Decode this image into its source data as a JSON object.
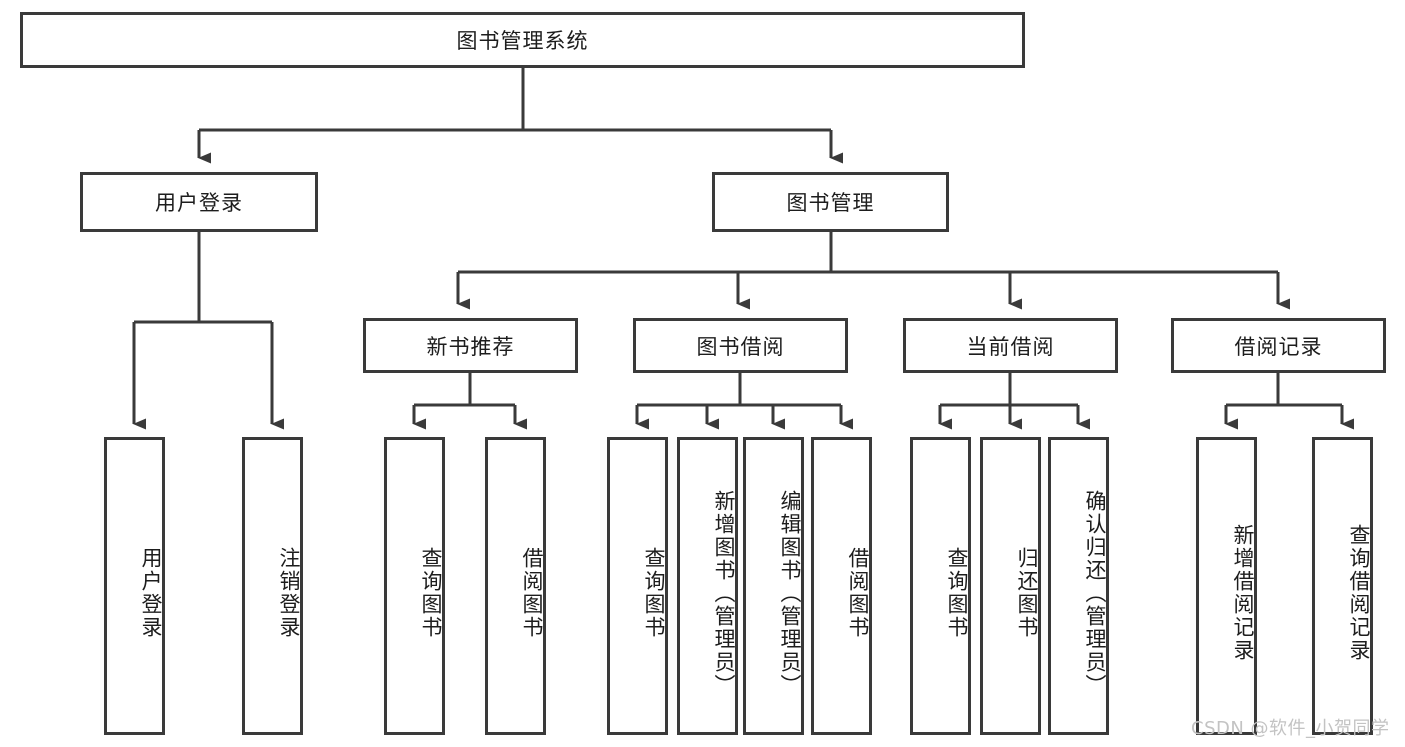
{
  "diagram": {
    "type": "tree",
    "title": "图书管理系统",
    "root": {
      "label": "图书管理系统"
    },
    "level2": [
      {
        "label": "用户登录"
      },
      {
        "label": "图书管理"
      }
    ],
    "level3": [
      {
        "label": "新书推荐"
      },
      {
        "label": "图书借阅"
      },
      {
        "label": "当前借阅"
      },
      {
        "label": "借阅记录"
      }
    ],
    "leaves": {
      "user_login": [
        {
          "label": "用户登录"
        },
        {
          "label": "注销登录"
        }
      ],
      "new_book_recommend": [
        {
          "label": "查询图书"
        },
        {
          "label": "借阅图书"
        }
      ],
      "book_borrow": [
        {
          "label": "查询图书"
        },
        {
          "label": "新增图书（管理员）"
        },
        {
          "label": "编辑图书（管理员）"
        },
        {
          "label": "借阅图书"
        }
      ],
      "current_borrow": [
        {
          "label": "查询图书"
        },
        {
          "label": "归还图书"
        },
        {
          "label": "确认归还（管理员）"
        }
      ],
      "borrow_record": [
        {
          "label": "新增借阅记录"
        },
        {
          "label": "查询借阅记录"
        }
      ]
    },
    "colors": {
      "stroke": "#3a3a3a",
      "background": "#ffffff",
      "text": "#1d1d1d",
      "watermark": "#c3c3c3"
    }
  },
  "watermark": {
    "text": "CSDN @软件_小贺同学"
  }
}
